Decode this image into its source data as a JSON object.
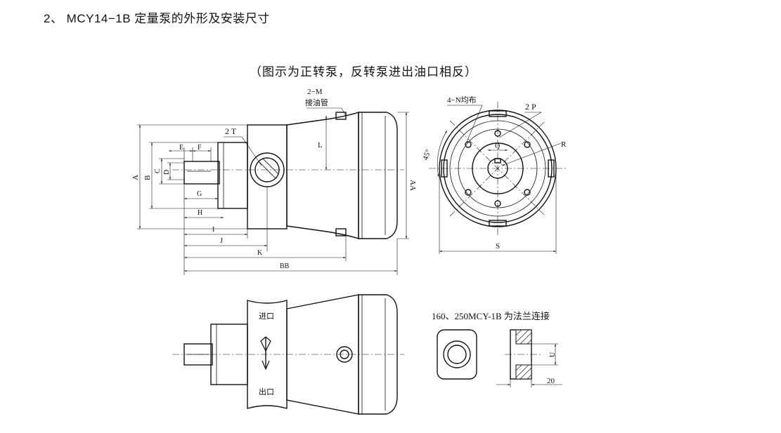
{
  "heading": "2、 MCY14−1B 定量泵的外形及安装尺寸",
  "subtitle": "（图示为正转泵，反转泵进出油口相反）",
  "side_view": {
    "port_top_label": "2−M",
    "port_top_note": "接油管",
    "port_side_label": "2 T",
    "dim_L": "L",
    "dim_AA": "AA",
    "dim_A": "A",
    "dim_B": "B",
    "dim_C": "C",
    "dim_D": "D",
    "dim_E": "E",
    "dim_F": "F",
    "dim_G": "G",
    "dim_H": "H",
    "dim_I": "I",
    "dim_J": "J",
    "dim_K": "K",
    "dim_BB": "BB"
  },
  "front_view": {
    "holes_label": "4−N均布",
    "ports_label": "2  P",
    "angle_label": "45°",
    "dim_Q": "Q",
    "dim_R": "R",
    "dim_S": "S"
  },
  "top_view": {
    "inlet_label": "进口",
    "outlet_label": "出口"
  },
  "flange_detail": {
    "note": "160、250MCY-1B 为法兰连接",
    "dim_U": "U",
    "dim_20": "20"
  },
  "icons": [
    "arrow-down-icon"
  ]
}
